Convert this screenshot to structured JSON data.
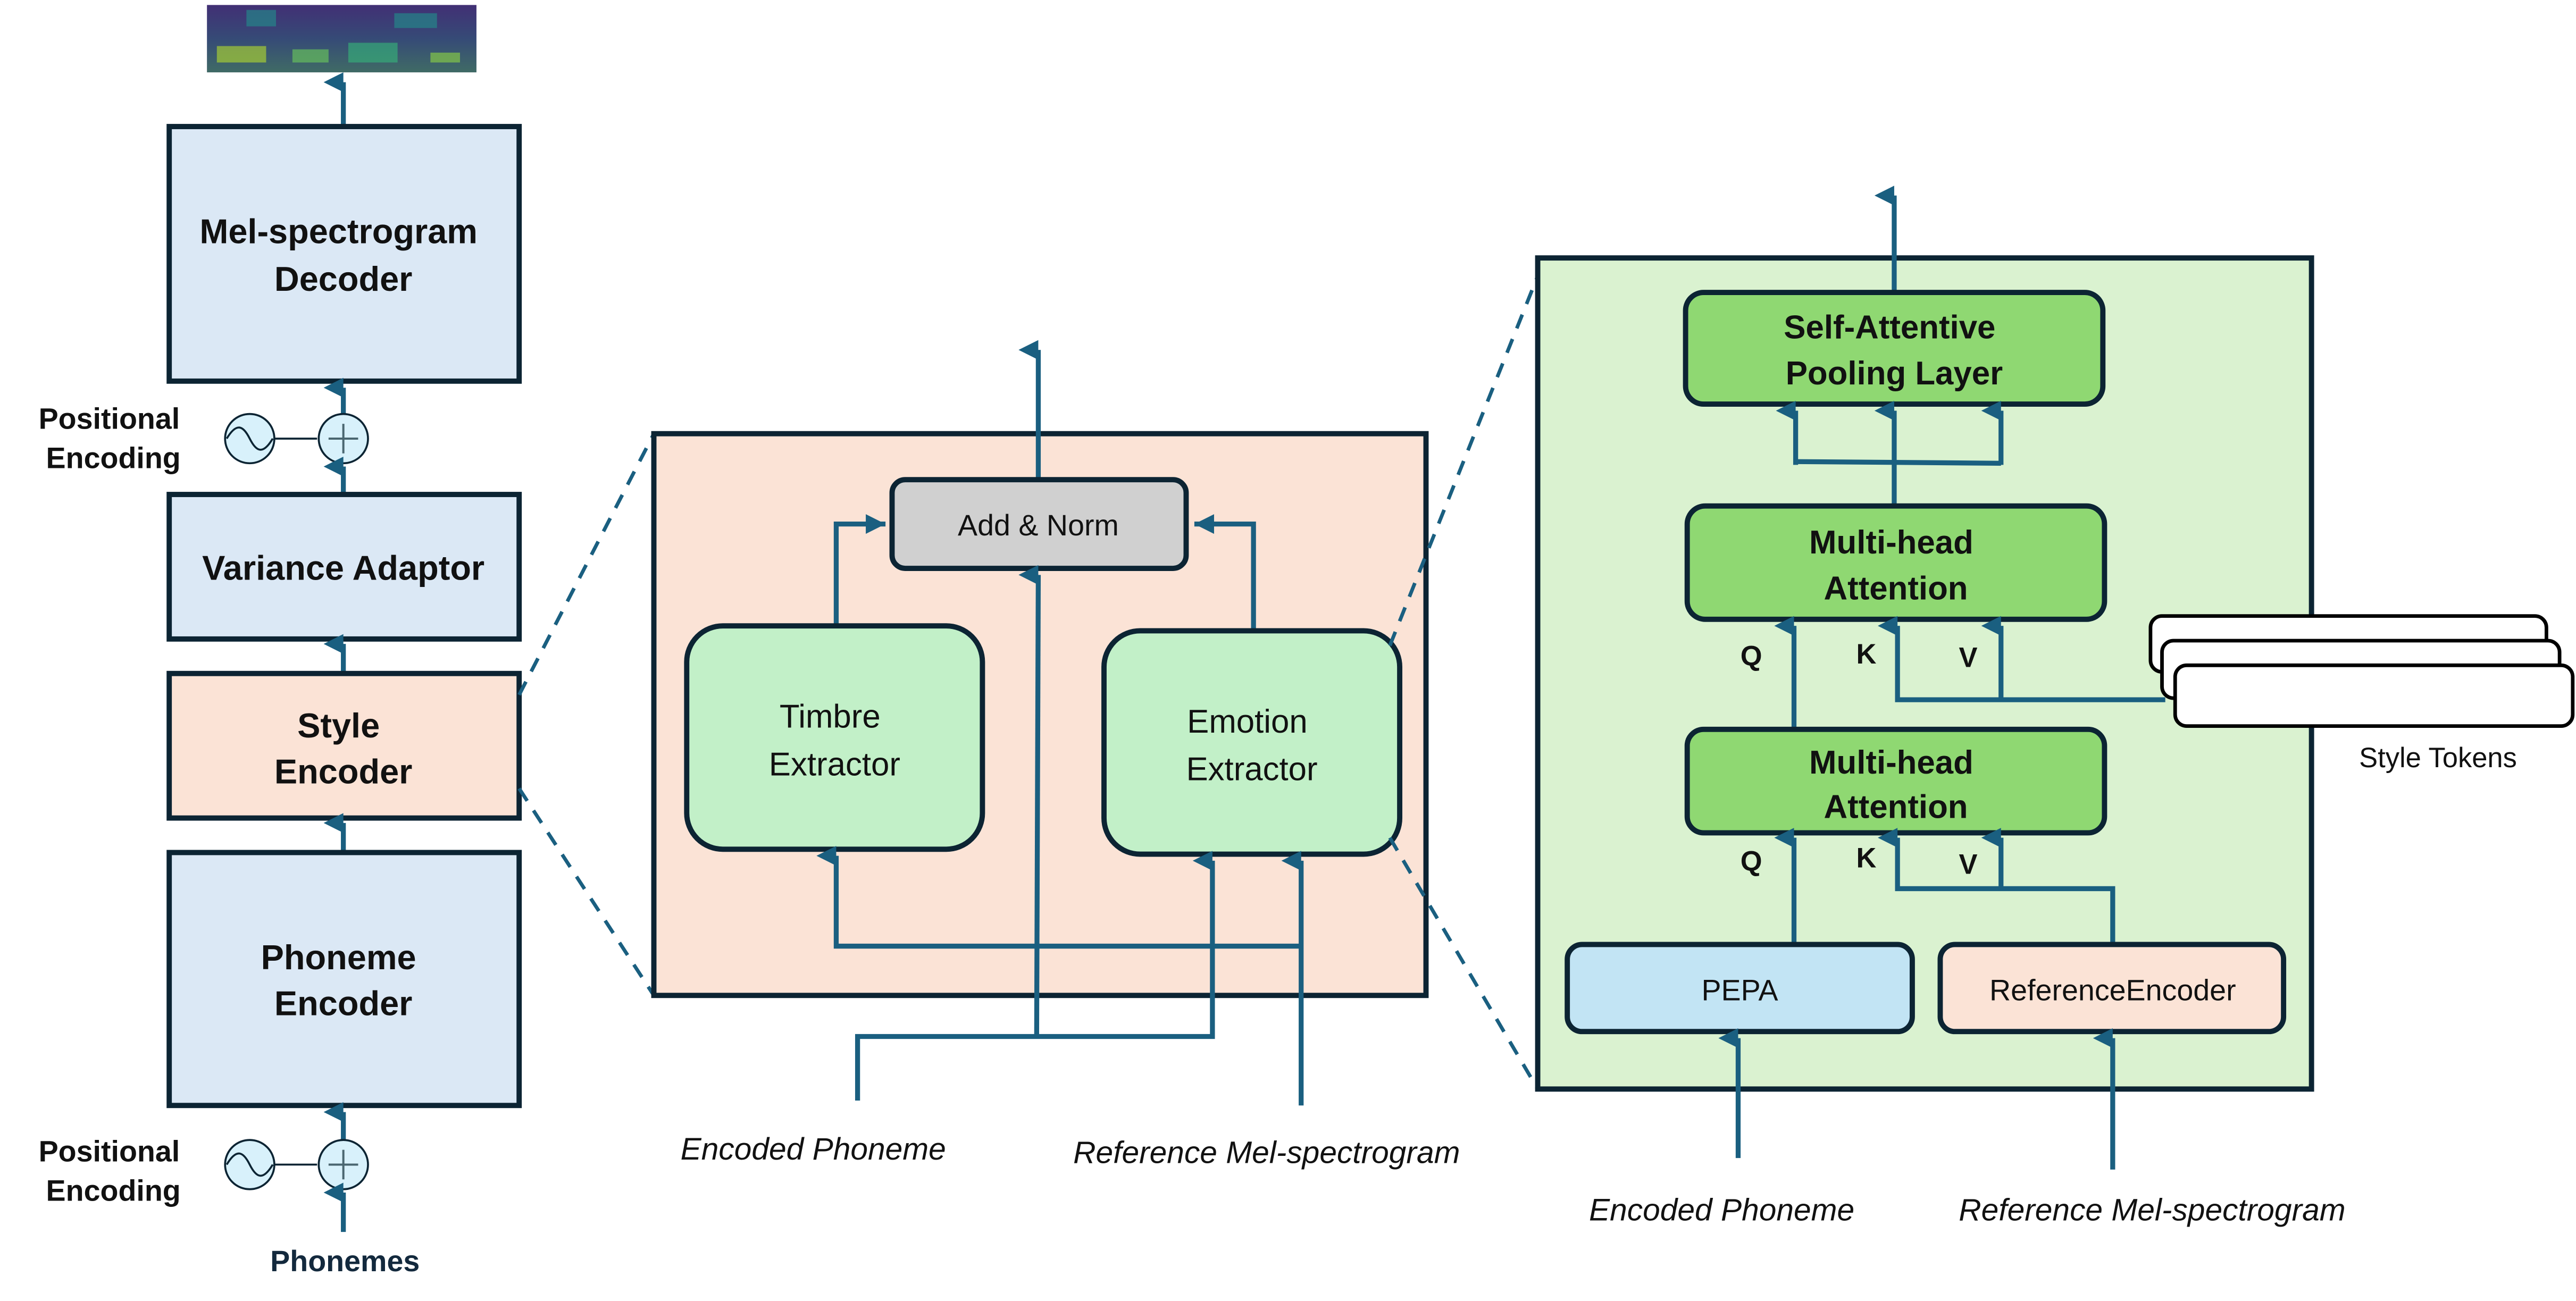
{
  "colors": {
    "arrow": "#1a5f80",
    "border": "#0c2433",
    "main_block": "#dbe8f5",
    "style_block": "#fbe3d6",
    "extractor": "#c2f0c8",
    "add_norm": "#d0d0d0",
    "emotion_panel": "#daf2d0",
    "attention": "#8fd872",
    "pepa": "#c2e4f4",
    "reference_encoder": "#fbe3d6",
    "pos_enc_circle": "#d8f1fb"
  },
  "left_column": {
    "output_image": "mel-spectrogram-image",
    "decoder": [
      "Mel-spectrogram",
      "Decoder"
    ],
    "variance_adaptor": "Variance Adaptor",
    "style_encoder": [
      "Style",
      "Encoder"
    ],
    "phoneme_encoder": [
      "Phoneme",
      "Encoder"
    ],
    "positional_encoding_top": [
      "Positional",
      "Encoding"
    ],
    "positional_encoding_bottom": [
      "Positional",
      "Encoding"
    ],
    "input_label": "Phonemes"
  },
  "style_encoder_detail": {
    "add_norm": "Add & Norm",
    "timbre_extractor": [
      "Timbre",
      "Extractor"
    ],
    "emotion_extractor": [
      "Emotion",
      "Extractor"
    ],
    "input_encoded_phoneme": "Encoded Phoneme",
    "input_reference_mel": "Reference Mel-spectrogram"
  },
  "emotion_extractor_detail": {
    "pooling": [
      "Self-Attentive",
      "Pooling Layer"
    ],
    "mha_top": [
      "Multi-head",
      "Attention"
    ],
    "mha_bottom": [
      "Multi-head",
      "Attention"
    ],
    "qkv_top": [
      "Q",
      "K",
      "V"
    ],
    "qkv_bottom": [
      "Q",
      "K",
      "V"
    ],
    "pepa": "PEPA",
    "reference_encoder": "ReferenceEncoder",
    "style_tokens_label": "Style Tokens",
    "input_encoded_phoneme": "Encoded Phoneme",
    "input_reference_mel": "Reference Mel-spectrogram"
  }
}
